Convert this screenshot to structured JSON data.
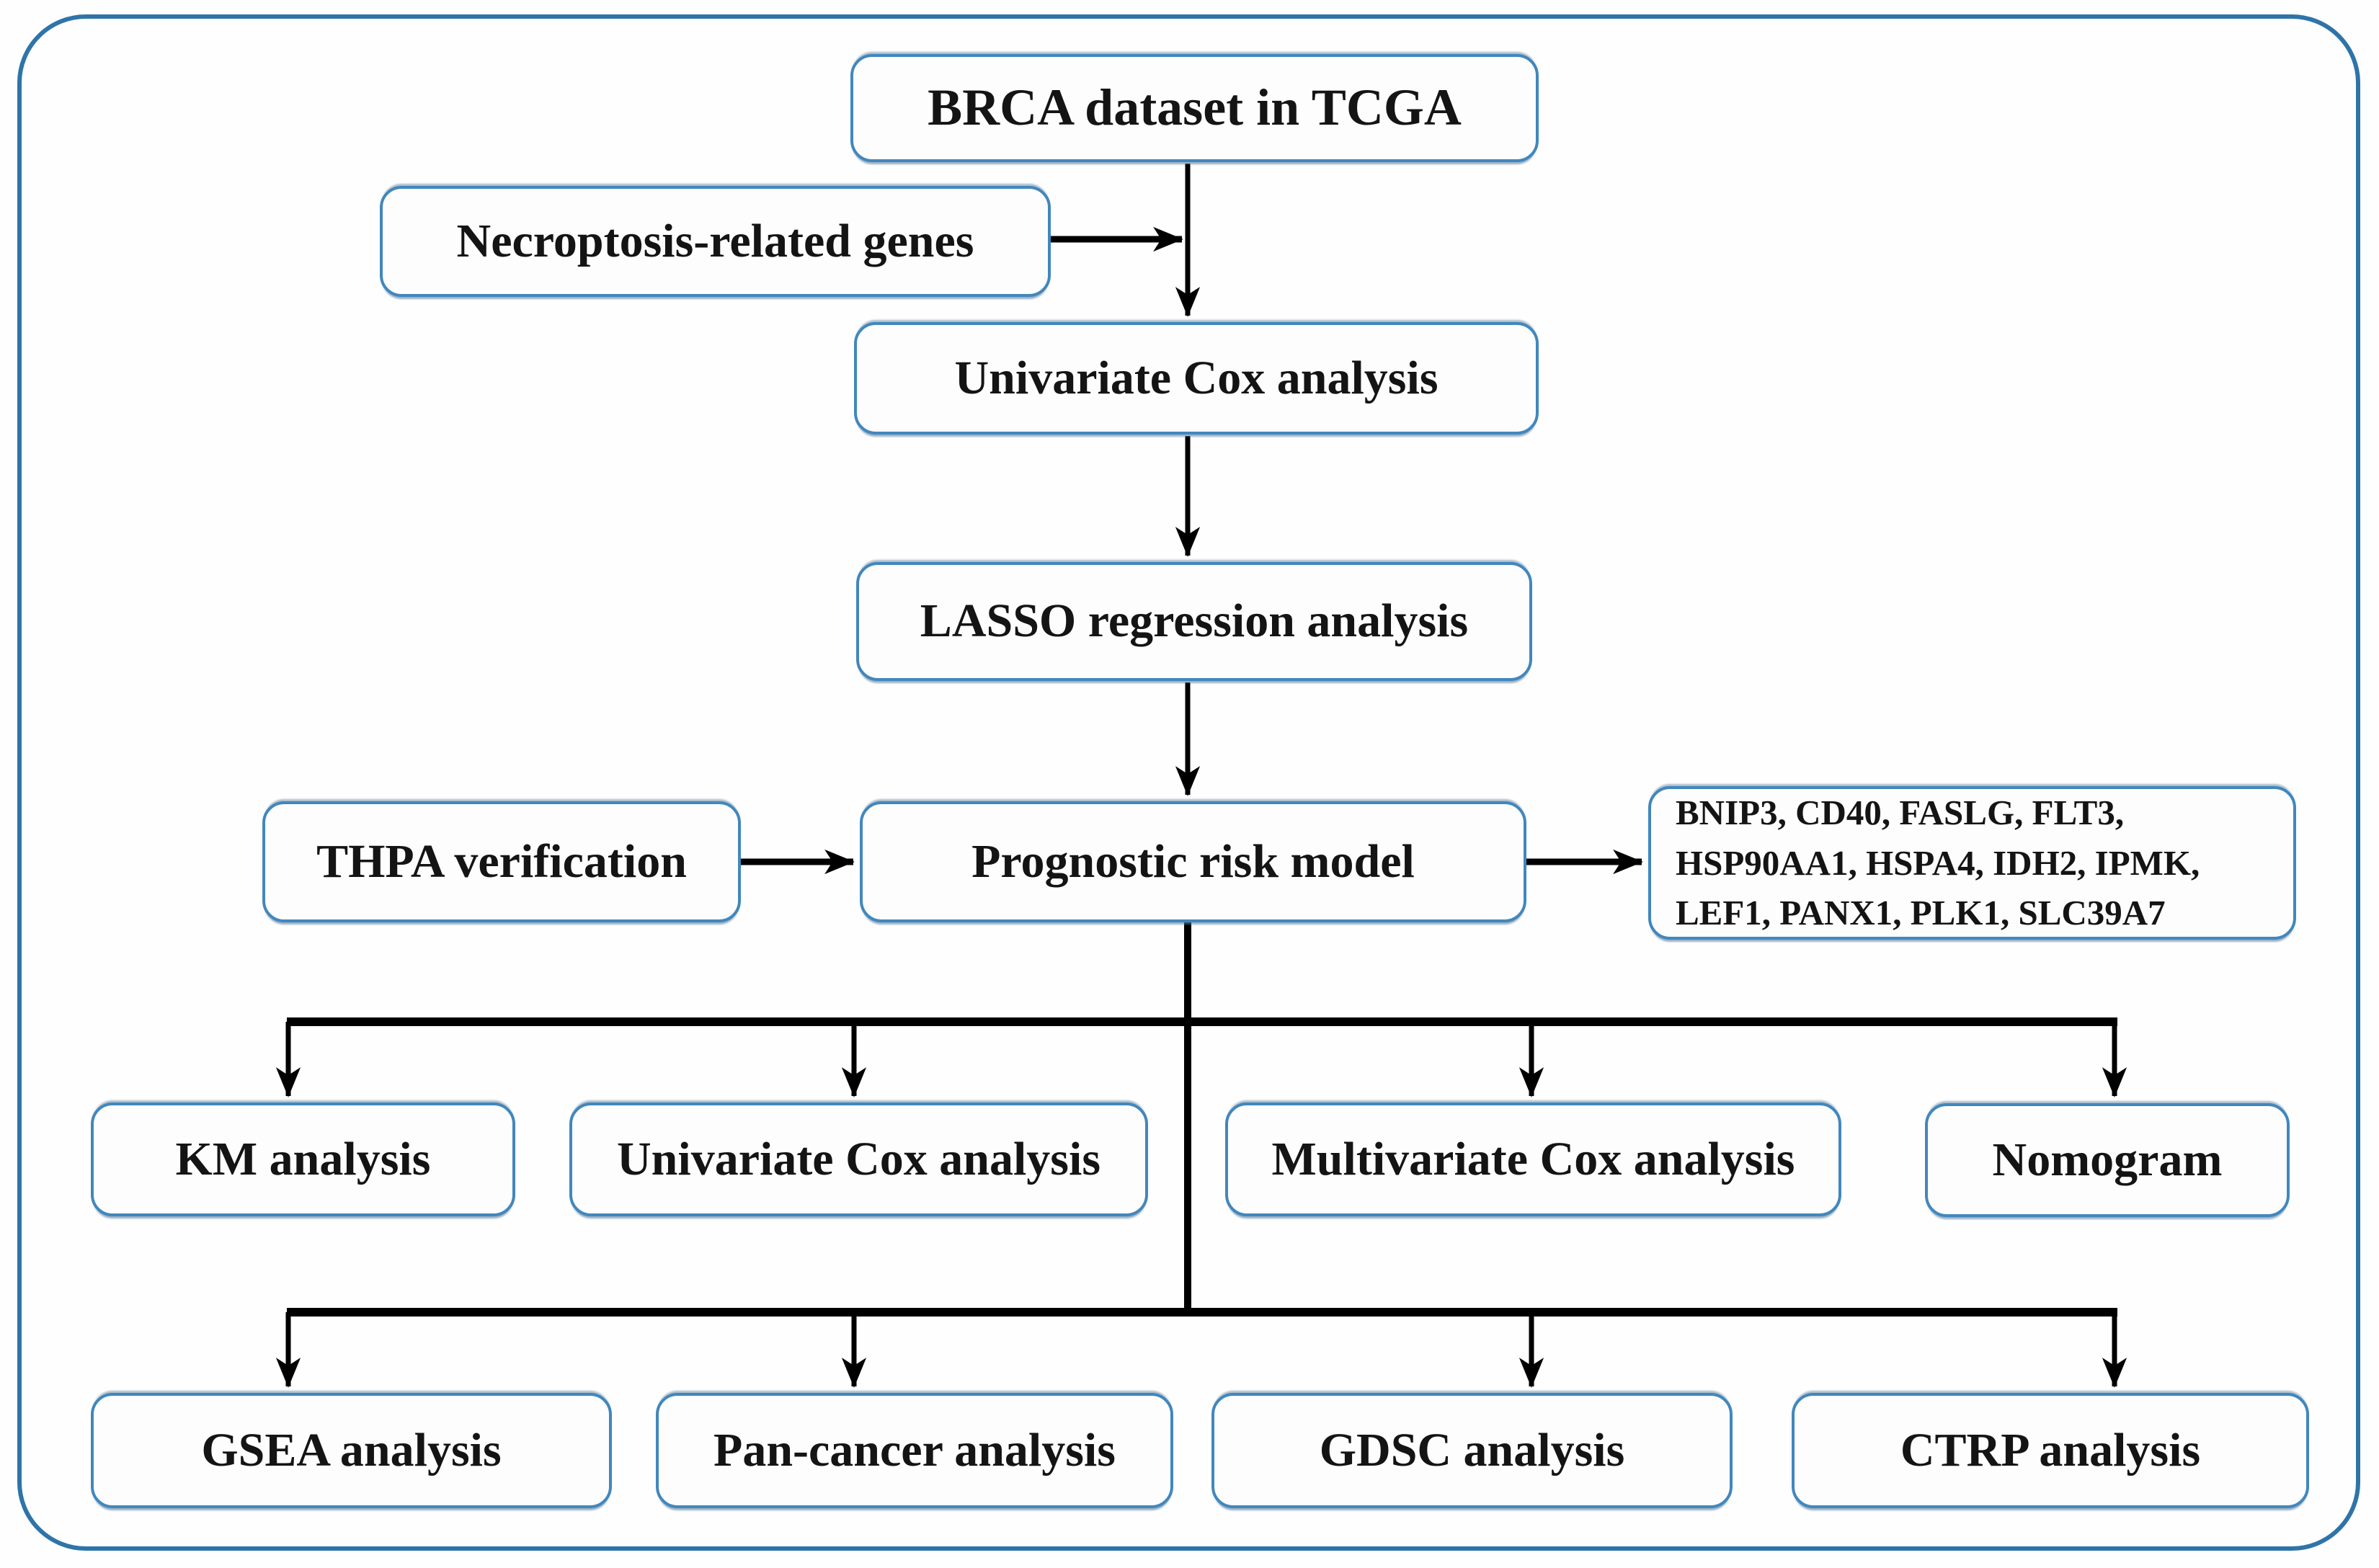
{
  "figure": {
    "type": "flowchart",
    "description": "Study workflow flowchart for a necroptosis-related prognostic risk model in BRCA"
  },
  "nodes": {
    "brca": {
      "label": "BRCA dataset in TCGA"
    },
    "necroptosis": {
      "label": "Necroptosis-related genes"
    },
    "univariate_cox_top": {
      "label": "Univariate Cox analysis"
    },
    "lasso": {
      "label": "LASSO regression analysis"
    },
    "thpa": {
      "label": "THPA verification"
    },
    "model": {
      "label": "Prognostic risk model"
    },
    "genes": {
      "lines": [
        "BNIP3, CD40, FASLG, FLT3,",
        "HSP90AA1, HSPA4, IDH2, IPMK,",
        "LEF1, PANX1, PLK1, SLC39A7"
      ]
    },
    "km": {
      "label": "KM analysis"
    },
    "univariate_cox_bottom": {
      "label": "Univariate Cox analysis"
    },
    "multivariate_cox": {
      "label": "Multivariate Cox analysis"
    },
    "nomogram": {
      "label": "Nomogram"
    },
    "gsea": {
      "label": "GSEA analysis"
    },
    "pancancer": {
      "label": "Pan-cancer analysis"
    },
    "gdsc": {
      "label": "GDSC analysis"
    },
    "ctrp": {
      "label": "CTRP analysis"
    }
  },
  "colors": {
    "box_border": "#4187bd",
    "outer_frame_border": "#2e74a8",
    "arrow": "#000000",
    "text": "#141414",
    "background": "#fefefe"
  }
}
